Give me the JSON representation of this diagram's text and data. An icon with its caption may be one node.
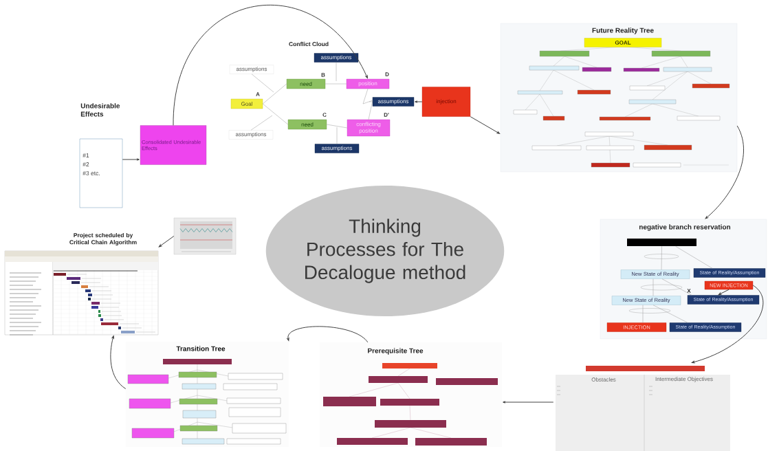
{
  "diagram": {
    "nodes": [
      {
        "text": [
          "Undesirable Effects",
          "#1",
          "#2",
          "#3 etc."
        ]
      },
      {
        "text": [
          "Consolidated Undesirable Effects"
        ]
      },
      {
        "text": [
          "assumptions"
        ]
      },
      {
        "text": [
          "Goal"
        ],
        "beside": [
          "A"
        ]
      },
      {
        "text": [
          "need"
        ],
        "beside": [
          "B"
        ]
      },
      {
        "text": [
          "assumptions"
        ]
      },
      {
        "text": [
          "position"
        ],
        "beside": [
          "D"
        ]
      },
      {
        "text": [
          "assumptions"
        ]
      },
      {
        "text": [
          "need"
        ],
        "beside": [
          "C"
        ]
      },
      {
        "text": [
          "conflicting position"
        ],
        "beside": [
          "D'"
        ]
      },
      {
        "text": [
          "assumptions"
        ]
      },
      {
        "text": [
          "assumptions"
        ]
      },
      {
        "text": [
          "injection"
        ]
      },
      {
        "text": [
          "Future Reality Tree"
        ]
      },
      {
        "text": [
          "GOAL"
        ],
        "in": 13
      },
      {
        "text": [
          "negative branch reservation"
        ]
      },
      {
        "text": [
          "New State of Reality"
        ],
        "in": 15
      },
      {
        "text": [
          "State of Reality/Assumption"
        ],
        "in": 15
      },
      {
        "text": [
          "NEW INJECTION"
        ],
        "in": 15
      },
      {
        "text": [
          "New State of Reality"
        ],
        "in": 15
      },
      {
        "text": [
          "State of Reality/Assumption"
        ],
        "in": 15
      },
      {
        "text": [
          "INJECTION"
        ],
        "in": 15
      },
      {
        "text": [
          "State of Reality/Assumption"
        ],
        "in": 15
      },
      {
        "text": [
          "Obstacles",
          "Intermediate Objectives"
        ]
      },
      {
        "text": [
          "Prerequisite Tree"
        ]
      },
      {
        "text": [
          "Transition Tree"
        ]
      },
      {
        "text": [
          "Project scheduled by Critical Chain Algorithm"
        ]
      },
      {
        "text": [],
        "shape": "picture"
      },
      {
        "text": [
          "Thinking Processes for The Decalogue method"
        ]
      },
      {
        "text": [],
        "shape": "box",
        "in": 15
      }
    ],
    "edges": [
      {
        "from": 0,
        "to": 1,
        "arrow": "to"
      },
      {
        "from": 1,
        "to": 6,
        "arrow": "to"
      },
      {
        "from": 3,
        "to": 4,
        "arrow": "none"
      },
      {
        "from": 3,
        "to": 8,
        "arrow": "none"
      },
      {
        "from": 4,
        "to": 6,
        "arrow": "none"
      },
      {
        "from": 8,
        "to": 9,
        "arrow": "none"
      },
      {
        "from": 6,
        "to": 9,
        "arrow": "none"
      },
      {
        "from": 2,
        "to": null,
        "arrow": "none"
      },
      {
        "from": 11,
        "to": null,
        "arrow": "none"
      },
      {
        "from": 5,
        "to": null,
        "arrow": "none"
      },
      {
        "from": 10,
        "to": null,
        "arrow": "none"
      },
      {
        "from": 7,
        "to": null,
        "arrow": "none"
      },
      {
        "from": 12,
        "to": 7,
        "arrow": "to"
      },
      {
        "from": 12,
        "to": 13,
        "arrow": "to"
      },
      {
        "from": 13,
        "to": 15,
        "arrow": "to"
      },
      {
        "from": 18,
        "to": 20,
        "arrow": "to"
      },
      {
        "from": 18,
        "to": 23,
        "arrow": "to"
      },
      {
        "from": 23,
        "to": 24,
        "arrow": "to"
      },
      {
        "from": 24,
        "to": 25,
        "arrow": "to"
      },
      {
        "from": 25,
        "to": 26,
        "arrow": "to"
      },
      {
        "from": 27,
        "to": 26,
        "arrow": "to"
      },
      {
        "from": 29,
        "to": 16,
        "arrow": "none"
      },
      {
        "from": 29,
        "to": 17,
        "arrow": "none"
      },
      {
        "from": 16,
        "to": 19,
        "arrow": "none"
      },
      {
        "from": 16,
        "to": 20,
        "arrow": "none"
      },
      {
        "from": 19,
        "to": 21,
        "arrow": "none"
      },
      {
        "from": 19,
        "to": 22,
        "arrow": "none"
      }
    ],
    "labels": [
      "Conflict Cloud",
      "X"
    ]
  }
}
